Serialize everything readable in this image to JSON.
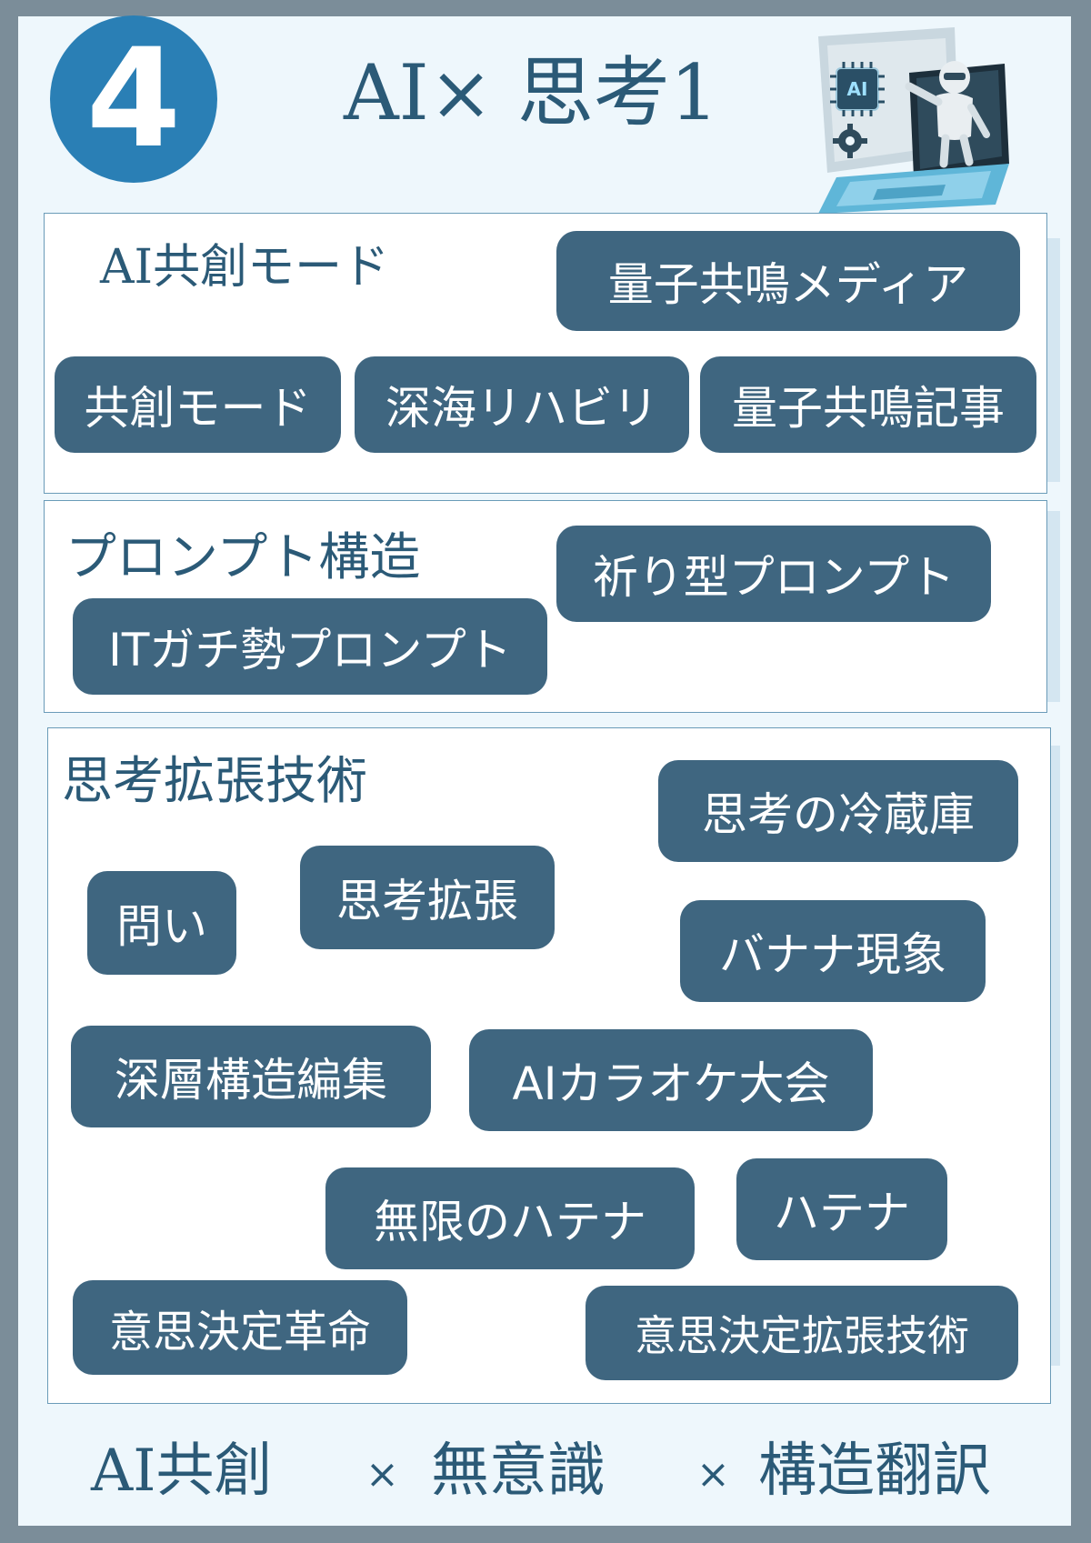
{
  "badge_number": "4",
  "title": "AI× 思考1",
  "sections": [
    {
      "label": "AI共創モード",
      "tags": [
        "量子共鳴メディア",
        "共創モード",
        "深海リハビリ",
        "量子共鳴記事"
      ]
    },
    {
      "label": "プロンプト構造",
      "tags": [
        "祈り型プロンプト",
        "ITガチ勢プロンプト"
      ]
    },
    {
      "label": "思考拡張技術",
      "tags": [
        "思考の冷蔵庫",
        "問い",
        "思考拡張",
        "バナナ現象",
        "深層構造編集",
        "AIカラオケ大会",
        "無限のハテナ",
        "ハテナ",
        "意思決定革命",
        "意思決定拡張技術"
      ]
    }
  ],
  "footer": {
    "part1": "AI共創",
    "sep1": "×",
    "part2": "無意識",
    "sep2": "×",
    "part3": "構造翻訳"
  },
  "colors": {
    "accent": "#2a7fb5",
    "pill": "#3f6680",
    "text": "#2b5a77",
    "frame": "#7b8d99",
    "card": "#eef7fc"
  },
  "icons": [
    "ai-chip-icon",
    "gear-icon",
    "robot-illustration",
    "laptop-illustration"
  ]
}
